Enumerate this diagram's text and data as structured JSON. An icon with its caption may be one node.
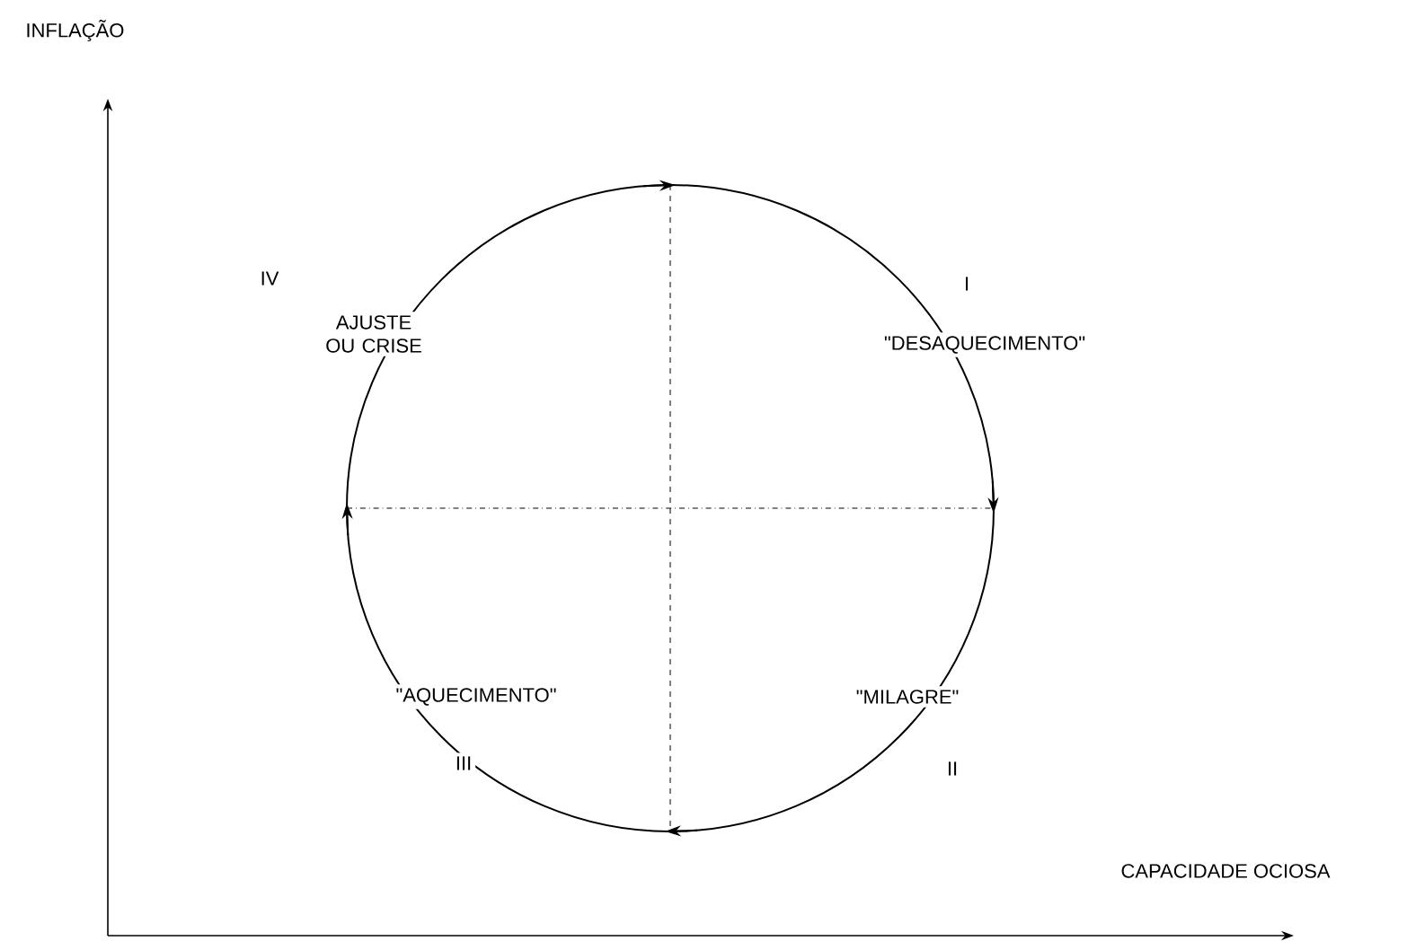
{
  "diagram": {
    "labels": [
      "INFLAÇÃO",
      "IV",
      "I",
      "AJUSTE OU CRISE",
      "\"DESAQUECIMENTO\"",
      "\"AQUECIMENTO\"",
      "\"MILAGRE\"",
      "III",
      "II",
      "CAPACIDADE OCIOSA"
    ]
  }
}
